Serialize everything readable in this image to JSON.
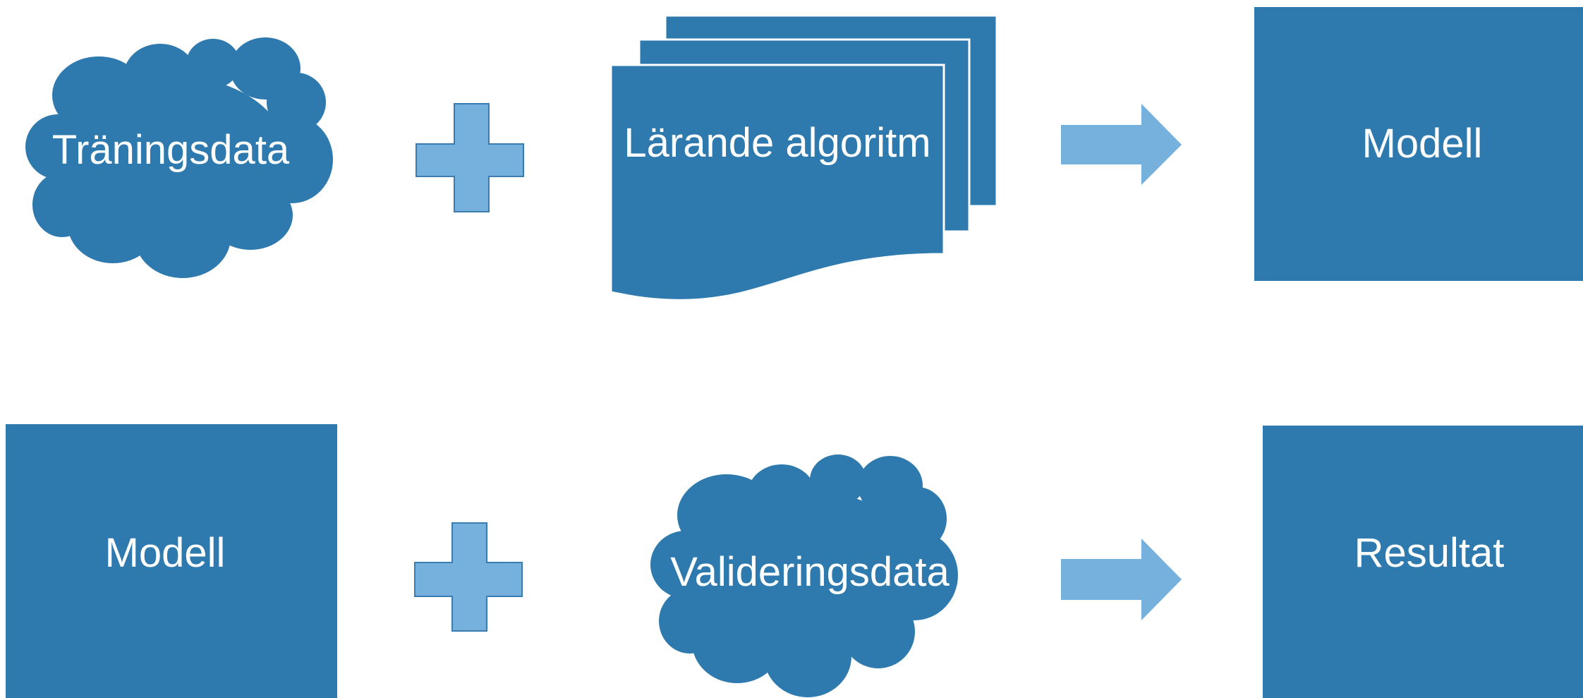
{
  "colors": {
    "shape": "#2e79ad",
    "operator": "#75b1dc",
    "operator_stroke": "#3a7bb0",
    "text": "#ffffff",
    "background": "#ffffff"
  },
  "rows": [
    {
      "input_a": {
        "label": "Träningsdata",
        "shape": "cloud"
      },
      "operator": {
        "symbol": "plus"
      },
      "input_b": {
        "label": "Lärande algoritm",
        "shape": "stacked-documents"
      },
      "connector": {
        "symbol": "arrow-right"
      },
      "output": {
        "label": "Modell",
        "shape": "rectangle"
      }
    },
    {
      "input_a": {
        "label": "Modell",
        "shape": "rectangle"
      },
      "operator": {
        "symbol": "plus"
      },
      "input_b": {
        "label": "Valideringsdata",
        "shape": "cloud"
      },
      "connector": {
        "symbol": "arrow-right"
      },
      "output": {
        "label": "Resultat",
        "shape": "rectangle"
      }
    }
  ]
}
